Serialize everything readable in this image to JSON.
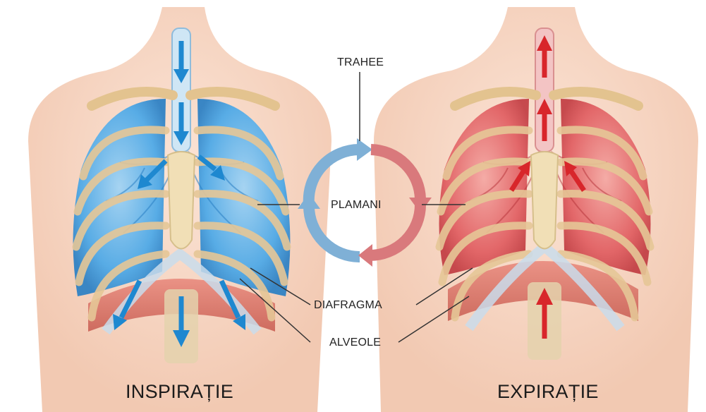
{
  "labels": {
    "trachea": "TRAHEE",
    "lungs": "PLAMANI",
    "diaphragm": "DIAFRAGMA",
    "alveoli": "ALVEOLE"
  },
  "captions": {
    "inhale": "INSPIRAȚIE",
    "exhale": "EXPIRAȚIE"
  },
  "colors": {
    "inhale_lung": "#4aa8e8",
    "inhale_arrow": "#1e88d0",
    "exhale_lung": "#e05a5e",
    "exhale_arrow": "#d8262b",
    "cycle_blue": "#7fb0d6",
    "cycle_red": "#d9797c",
    "bone": "#ecd3a4",
    "skin": "#f6d9c6"
  },
  "icons": {
    "cycle": "respiration-cycle-arrows",
    "inhale_arrow": "down-arrow",
    "exhale_arrow": "up-arrow"
  }
}
